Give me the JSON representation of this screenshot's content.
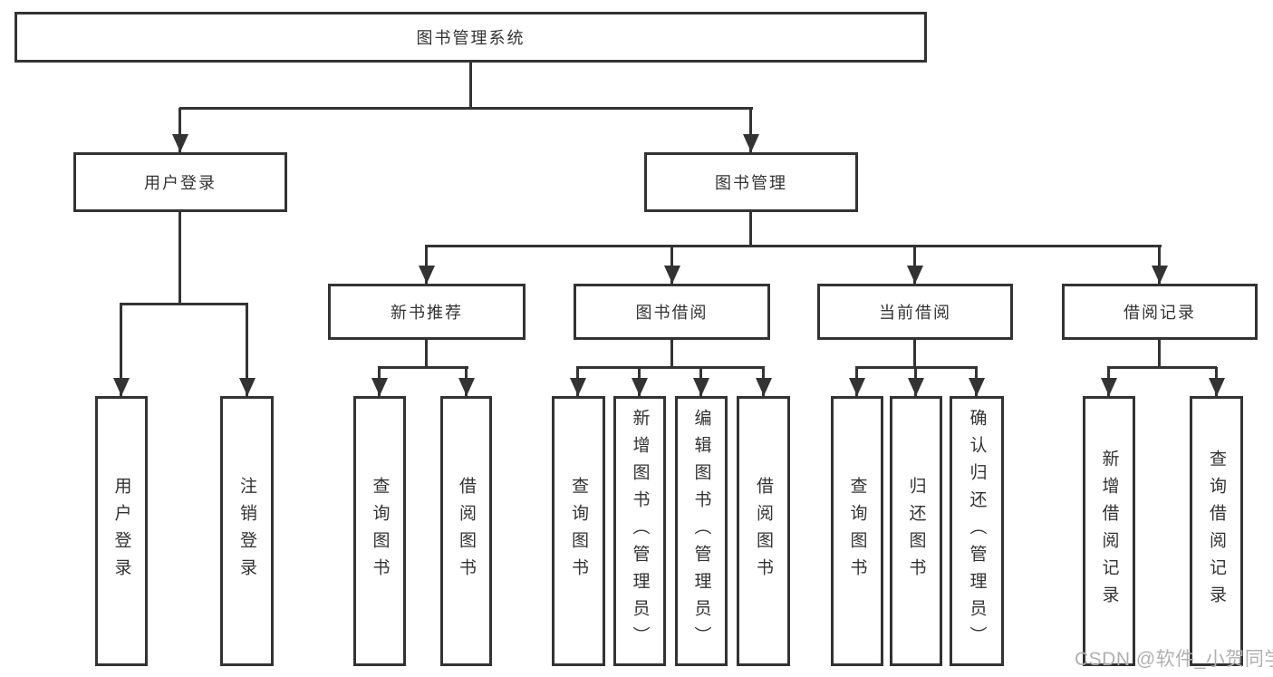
{
  "nodes": {
    "root": "图书管理系统",
    "user_login": "用户登录",
    "book_mgmt": "图书管理",
    "leaf_user_login": "用户登录",
    "leaf_logout": "注销登录",
    "new_book_rec": "新书推荐",
    "book_borrow": "图书借阅",
    "current_borrow": "当前借阅",
    "borrow_record": "借阅记录",
    "nb_query": "查询图书",
    "nb_borrow": "借阅图书",
    "bb_query": "查询图书",
    "bb_add": "新增图书（管理员）",
    "bb_edit": "编辑图书（管理员）",
    "bb_borrow": "借阅图书",
    "cb_query": "查询图书",
    "cb_return": "归还图书",
    "cb_confirm": "确认归还（管理员）",
    "br_add": "新增借阅记录",
    "br_query": "查询借阅记录"
  },
  "watermark": "CSDN @软件_小贺同学",
  "colors": {
    "line": "#333333",
    "text": "#333333",
    "box_background": "#ffffff",
    "watermark": "#b0b0b0",
    "background": "#ffffff"
  }
}
